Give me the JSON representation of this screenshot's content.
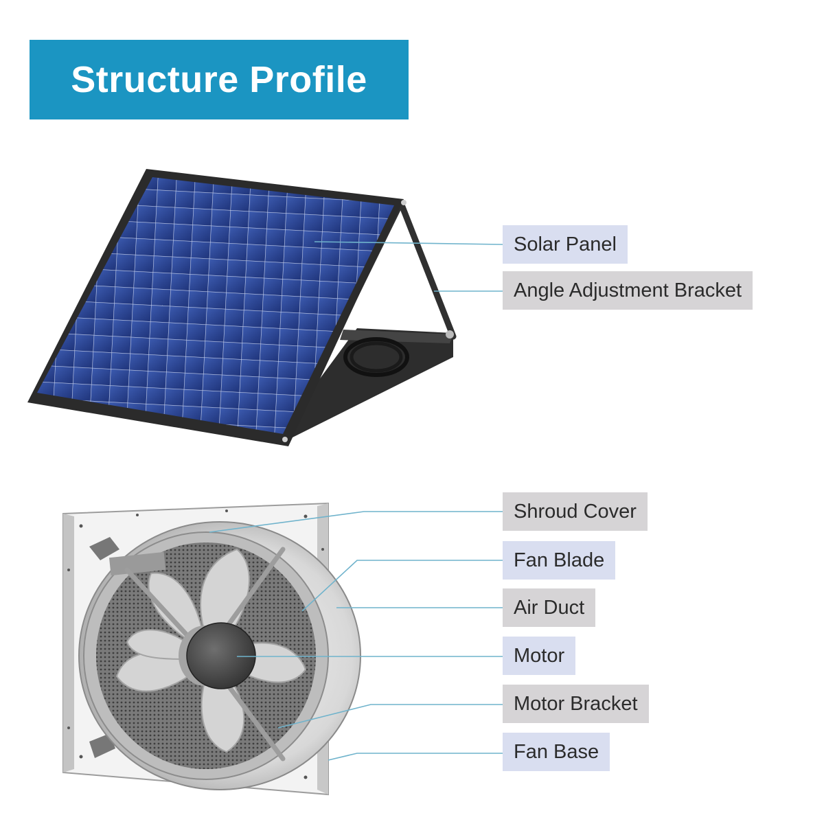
{
  "title": "Structure Profile",
  "colors": {
    "banner": "#1b95c2",
    "label_blue": "#d9def0",
    "label_gray": "#d6d4d6",
    "leader_line": "#6fb3cc"
  },
  "solar_unit": {
    "labels": {
      "solar_panel": "Solar Panel",
      "angle_bracket": "Angle Adjustment Bracket"
    }
  },
  "fan_unit": {
    "labels": {
      "shroud_cover": "Shroud Cover",
      "fan_blade": "Fan Blade",
      "air_duct": "Air Duct",
      "motor": "Motor",
      "motor_bracket": "Motor Bracket",
      "fan_base": "Fan Base"
    }
  }
}
